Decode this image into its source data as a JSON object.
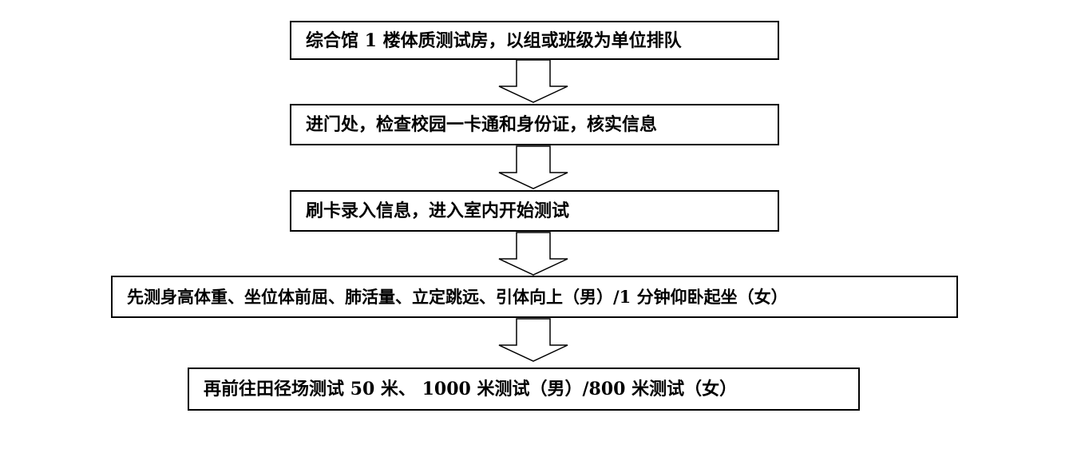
{
  "flowchart": {
    "steps": [
      {
        "text": "综合馆 1 楼体质测试房，以组或班级为单位排队"
      },
      {
        "text": "进门处，检查校园一卡通和身份证，核实信息"
      },
      {
        "text": "刷卡录入信息，进入室内开始测试"
      },
      {
        "text": "先测身高体重、坐位体前屈、肺活量、立定跳远、引体向上（男）/1 分钟仰卧起坐（女）"
      },
      {
        "text": "再前往田径场测试 50 米、 1000 米测试（男）/800 米测试（女）"
      }
    ],
    "arrow_icon": "hollow-down-arrow",
    "colors": {
      "border": "#000000",
      "text": "#000000",
      "background": "#ffffff"
    }
  }
}
